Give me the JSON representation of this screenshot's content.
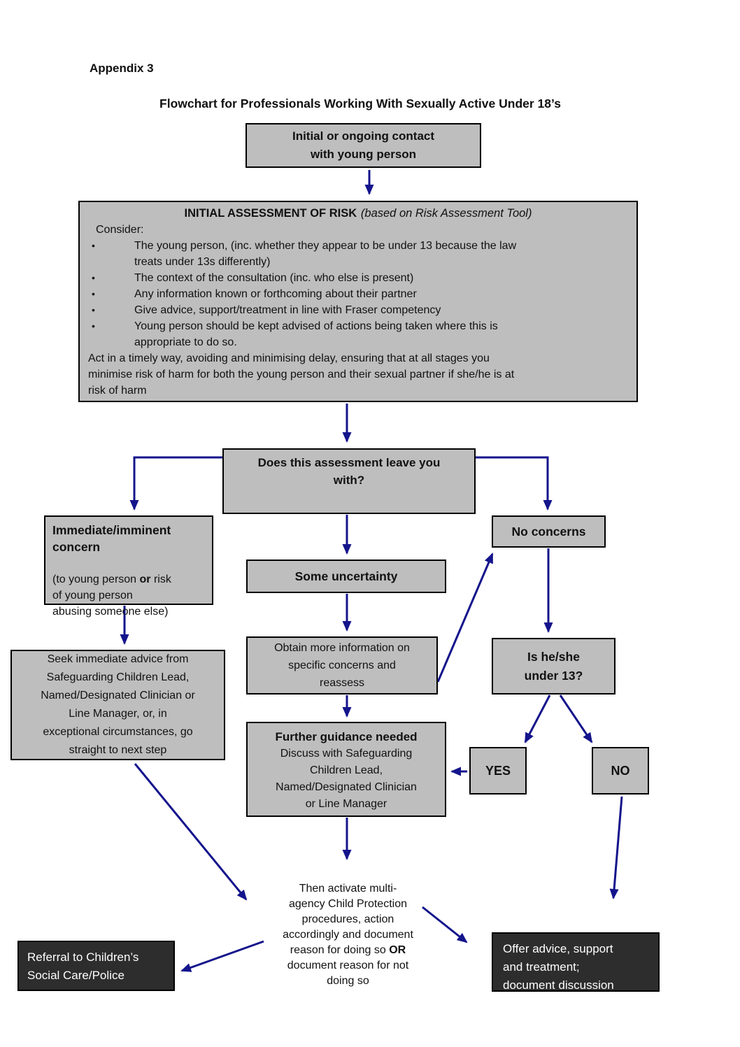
{
  "page": {
    "appendix": "Appendix 3",
    "title": "Flowchart for Professionals Working With Sexually Active Under 18’s"
  },
  "boxes": {
    "contact": {
      "text": "Initial or ongoing contact\nwith young person"
    },
    "assessment": {
      "heading_bold": "INITIAL ASSESSMENT OF RISK",
      "heading_italic": "(based on Risk Assessment Tool)",
      "consider": "Consider:",
      "bullet_glyph": "•",
      "bullets": [
        "The young person, (inc. whether they appear to be under 13 because the law\ntreats under 13s differently)",
        "The context of the consultation (inc. who else is present)",
        "Any information known or forthcoming about their partner",
        "Give advice, support/treatment in line with Fraser competency",
        "Young person should be kept advised of actions being taken where this is\nappropriate to do so."
      ],
      "footer": "Act in a timely way, avoiding and minimising delay, ensuring that at all stages you\nminimise risk of harm for both the young person and their sexual partner if she/he is at\nrisk of harm"
    },
    "question": {
      "text": "Does this assessment leave you\nwith?"
    },
    "immediate": {
      "title": "Immediate/imminent\nconcern",
      "body_pre": "(to young person ",
      "body_bold": "or",
      "body_post": " risk\nof young person\nabusing someone else)"
    },
    "no_concerns": {
      "text": "No concerns"
    },
    "some_uncertainty": {
      "text": "Some uncertainty"
    },
    "obtain": {
      "text": "Obtain more information on\nspecific concerns and\nreassess"
    },
    "is_under_13": {
      "text": "Is he/she\nunder 13?"
    },
    "seek": {
      "text": "Seek immediate advice from\nSafeguarding Children Lead,\nNamed/Designated Clinician or\nLine Manager, or, in\nexceptional circumstances, go\nstraight to next step"
    },
    "further": {
      "title": "Further guidance needed",
      "body": "Discuss with Safeguarding\nChildren Lead,\nNamed/Designated Clinician\nor Line Manager"
    },
    "yes": {
      "text": "YES"
    },
    "no": {
      "text": "NO"
    },
    "referral": {
      "text": "Referral to Children’s\nSocial Care/Police"
    },
    "offer": {
      "text": "Offer advice, support\nand treatment;\ndocument discussion"
    }
  },
  "activate": {
    "pre": "Then activate multi-\nagency Child Protection\nprocedures, action\naccordingly and document\nreason for doing so ",
    "bold": "OR",
    "post": "\ndocument reason for not\ndoing so"
  },
  "colors": {
    "box_fill": "#BEBEBE",
    "dark_fill": "#2D2D2D",
    "arrow": "#14148C",
    "border": "#000000"
  }
}
